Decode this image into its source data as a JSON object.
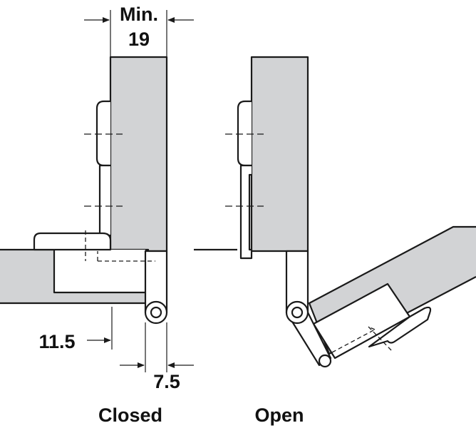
{
  "dimensions": {
    "min_label": "Min.",
    "panel_thickness": "19",
    "overlay": "11.5",
    "gap": "7.5"
  },
  "captions": {
    "closed": "Closed",
    "open": "Open"
  },
  "colors": {
    "panel_fill": "#d2d3d5",
    "line": "#1a1a1a",
    "background": "#ffffff"
  }
}
